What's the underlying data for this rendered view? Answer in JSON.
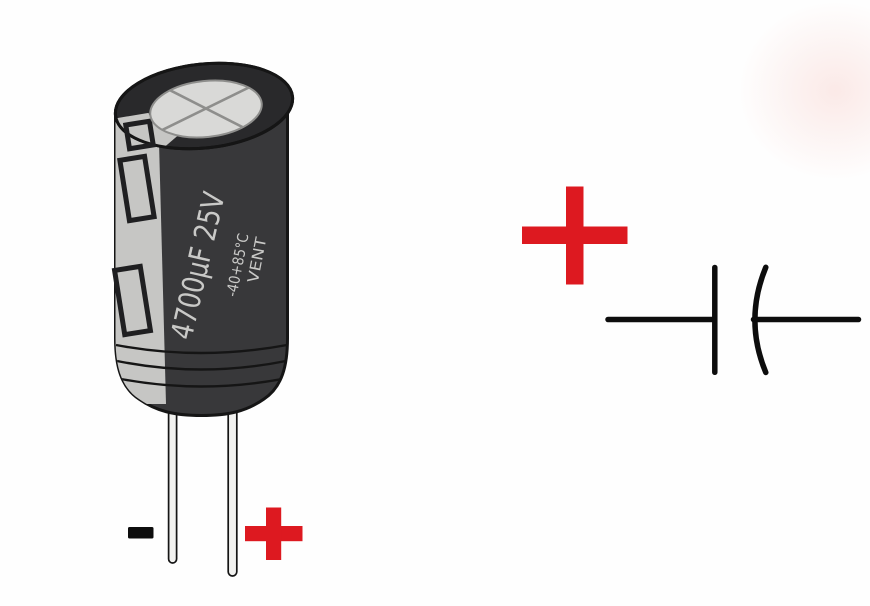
{
  "colors": {
    "background": "#fefefe",
    "body": "#38383a",
    "rim": "#29292b",
    "top": "#d9d9d7",
    "stripe": "#c6c6c4",
    "outline": "#151515",
    "xline": "#8e8e8c",
    "label": "#c9c9c7",
    "lead": "#f2f2f0",
    "frame": "#1f1f21",
    "red": "#dd1920",
    "ink": "#0d0d0d"
  },
  "capacitor": {
    "rating_label": "4700µF 25V",
    "temperature_label": "-40+85°C",
    "vent_label": "VENT",
    "negative_lead_mark": "-",
    "positive_lead_mark": "+"
  },
  "symbol": {
    "positive_mark": "+"
  }
}
